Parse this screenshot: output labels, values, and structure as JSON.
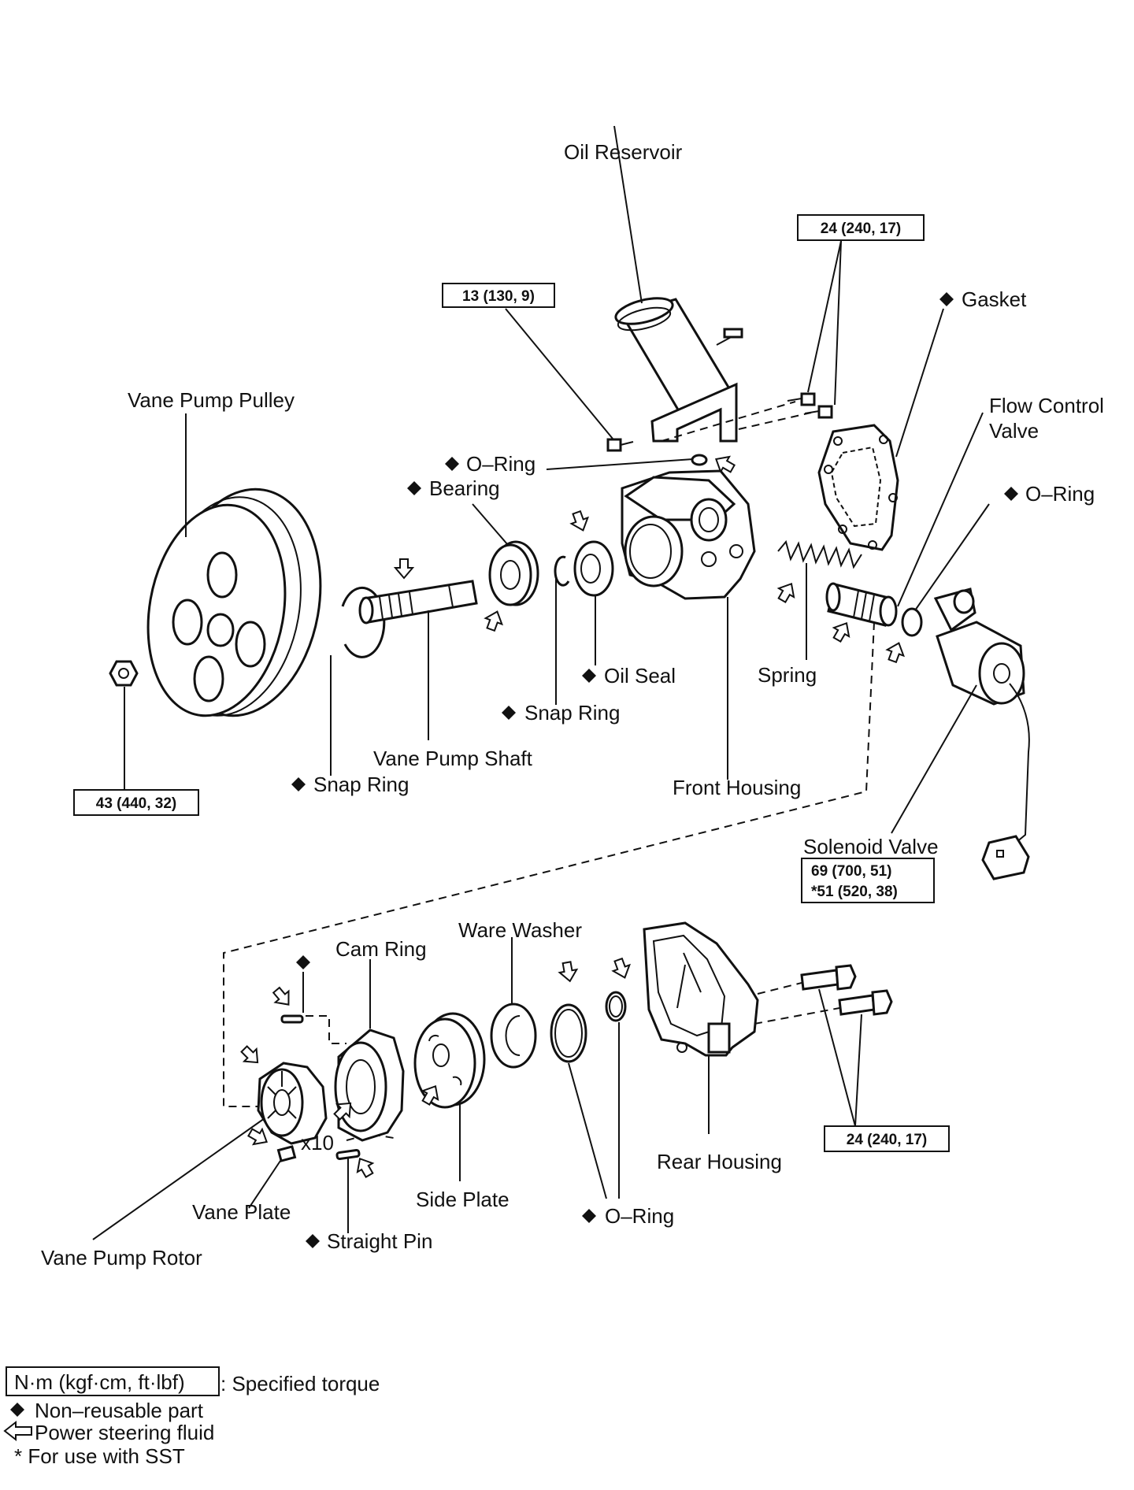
{
  "labels": {
    "oil_reservoir": "Oil Reservoir",
    "gasket": "Gasket",
    "vane_pump_pulley": "Vane Pump Pulley",
    "flow_control_valve_1": "Flow Control",
    "flow_control_valve_2": "Valve",
    "o_ring_top": "O–Ring",
    "bearing": "Bearing",
    "o_ring_right": "O–Ring",
    "oil_seal": "Oil Seal",
    "spring": "Spring",
    "snap_ring_mid": "Snap Ring",
    "vane_pump_shaft": "Vane Pump Shaft",
    "snap_ring_left": "Snap Ring",
    "front_housing": "Front Housing",
    "solenoid_valve": "Solenoid Valve",
    "ware_washer": "Ware Washer",
    "cam_ring": "Cam Ring",
    "x10": "x10",
    "rear_housing": "Rear Housing",
    "vane_plate": "Vane Plate",
    "side_plate": "Side Plate",
    "o_ring_bottom": "O–Ring",
    "straight_pin": "Straight Pin",
    "vane_pump_rotor": "Vane Pump Rotor"
  },
  "torques": {
    "reservoir_bolt_right": "24 (240, 17)",
    "reservoir_bolt_left": "13 (130, 9)",
    "pulley_nut": "43 (440, 32)",
    "solenoid_1": "69 (700, 51)",
    "solenoid_2": "*51 (520, 38)",
    "rear_housing_bolts": "24 (240, 17)"
  },
  "legend": {
    "unit": "N·m (kgf·cm, ft·lbf)",
    "specified_torque": ": Specified torque",
    "non_reusable": "Non–reusable part",
    "fluid": "Power steering fluid",
    "sst": "* For use with SST"
  },
  "symbols": {
    "non_reusable": "diamond-icon",
    "fluid": "hollow-arrow-icon"
  }
}
